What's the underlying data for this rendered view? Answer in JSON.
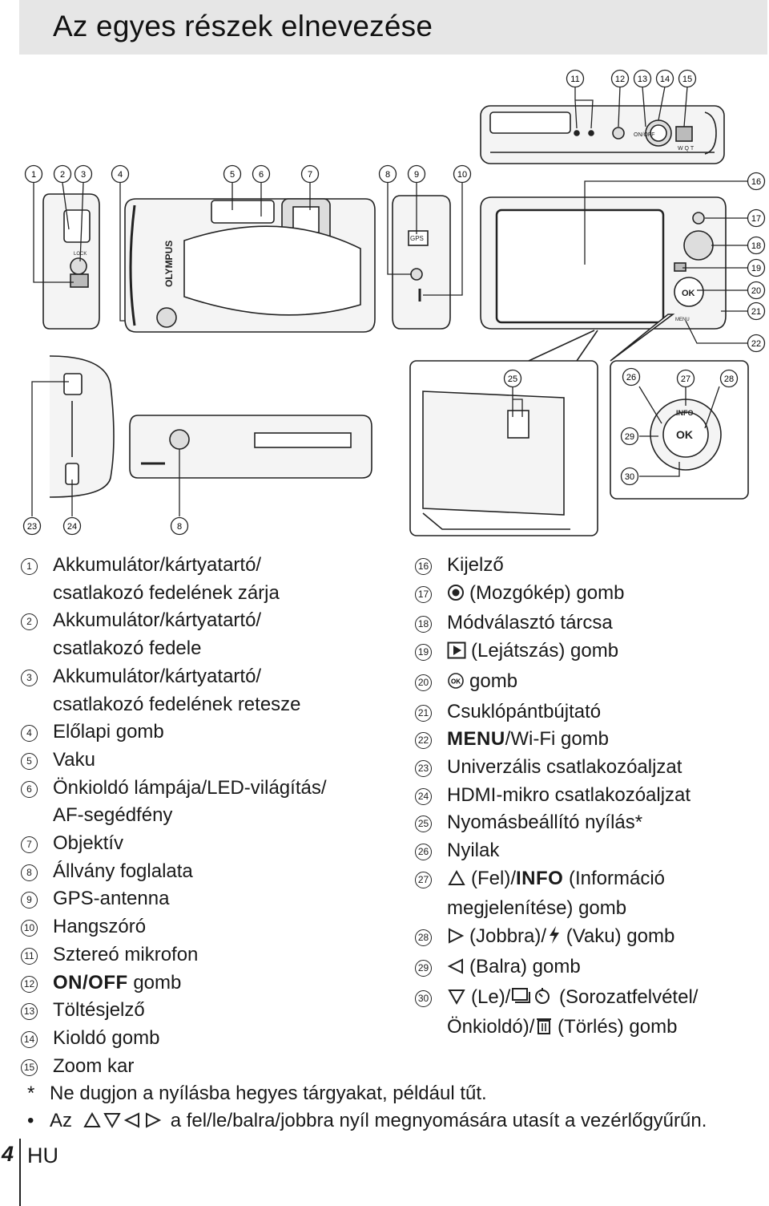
{
  "page": {
    "title": "Az egyes részek elnevezése",
    "page_number": "4",
    "language": "HU"
  },
  "callouts": {
    "top": [
      "11",
      "12",
      "13",
      "14",
      "15"
    ],
    "row1": [
      "1",
      "2",
      "3",
      "4",
      "5",
      "6",
      "7",
      "8",
      "9",
      "10"
    ],
    "right": [
      "16",
      "17",
      "18",
      "19",
      "20",
      "21",
      "22"
    ],
    "inset": [
      "25",
      "26",
      "27",
      "28",
      "29",
      "30"
    ],
    "bottom": [
      "23",
      "24",
      "8"
    ]
  },
  "camera": {
    "brand": "OLYMPUS",
    "gps": "GPS",
    "info": "INFO",
    "ok": "OK",
    "on_off": "ON/OFF",
    "lock": "LOCK",
    "zoom": "W Q T",
    "menu": "MENU"
  },
  "parts_left": [
    {
      "num": "1",
      "text": "Akkumulátor/kártyatartó/"
    },
    {
      "num": "",
      "text": "csatlakozó fedelének zárja"
    },
    {
      "num": "2",
      "text": "Akkumulátor/kártyatartó/"
    },
    {
      "num": "",
      "text": "csatlakozó fedele"
    },
    {
      "num": "3",
      "text": "Akkumulátor/kártyatartó/"
    },
    {
      "num": "",
      "text": "csatlakozó fedelének retesze"
    },
    {
      "num": "4",
      "text": "Előlapi gomb"
    },
    {
      "num": "5",
      "text": "Vaku"
    },
    {
      "num": "6",
      "text": "Önkioldó lámpája/LED-világítás/"
    },
    {
      "num": "",
      "text": "AF-segédfény"
    },
    {
      "num": "7",
      "text": "Objektív"
    },
    {
      "num": "8",
      "text": "Állvány foglalata"
    },
    {
      "num": "9",
      "text": "GPS-antenna"
    },
    {
      "num": "10",
      "text": "Hangszóró"
    },
    {
      "num": "11",
      "text": "Sztereó mikrofon"
    },
    {
      "num": "12",
      "bold": "ON/OFF",
      "text": " gomb"
    },
    {
      "num": "13",
      "text": "Töltésjelző"
    },
    {
      "num": "14",
      "text": "Kioldó gomb"
    },
    {
      "num": "15",
      "text": "Zoom kar"
    }
  ],
  "parts_right": [
    {
      "num": "16",
      "text": "Kijelző"
    },
    {
      "num": "17",
      "icon": "movie-button-icon",
      "text": "(Mozgókép) gomb"
    },
    {
      "num": "18",
      "text": "Módválasztó tárcsa"
    },
    {
      "num": "19",
      "icon": "playback-icon",
      "text": "(Lejátszás) gomb"
    },
    {
      "num": "20",
      "icon": "ok-button-icon",
      "text": "gomb"
    },
    {
      "num": "21",
      "text": "Csuklópántbújtató"
    },
    {
      "num": "22",
      "bold": "MENU",
      "text": "/Wi-Fi gomb"
    },
    {
      "num": "23",
      "text": "Univerzális csatlakozóaljzat"
    },
    {
      "num": "24",
      "text": "HDMI-mikro csatlakozóaljzat"
    },
    {
      "num": "25",
      "text": "Nyomásbeállító nyílás*"
    },
    {
      "num": "26",
      "text": "Nyilak"
    },
    {
      "num": "27",
      "icon": "arrow-up-icon",
      "text": "(Fel)/",
      "bold2": "INFO",
      "text2": " (Információ"
    },
    {
      "num": "",
      "text": "megjelenítése) gomb"
    },
    {
      "num": "28",
      "icon": "arrow-right-icon",
      "text": "(Jobbra)/",
      "icon2": "flash-icon",
      "text2": " (Vaku) gomb"
    },
    {
      "num": "29",
      "icon": "arrow-left-icon",
      "text": "(Balra) gomb"
    },
    {
      "num": "30",
      "icon": "arrow-down-icon",
      "text": "(Le)/",
      "icon2": "drive-self-timer-icon",
      "text2": " (Sorozatfelvétel/"
    },
    {
      "num": "",
      "text": "Önkioldó)/",
      "icon2": "trash-icon",
      "text2": " (Törlés) gomb"
    }
  ],
  "notes": {
    "asterisk_mark": "*",
    "asterisk_text": "Ne dugjon a nyílásba hegyes tárgyakat, például tűt.",
    "bullet_mark": "•",
    "bullet_prefix": "Az",
    "bullet_text": "a fel/le/balra/jobbra nyíl megnyomására utasít a vezérlőgyűrűn."
  }
}
